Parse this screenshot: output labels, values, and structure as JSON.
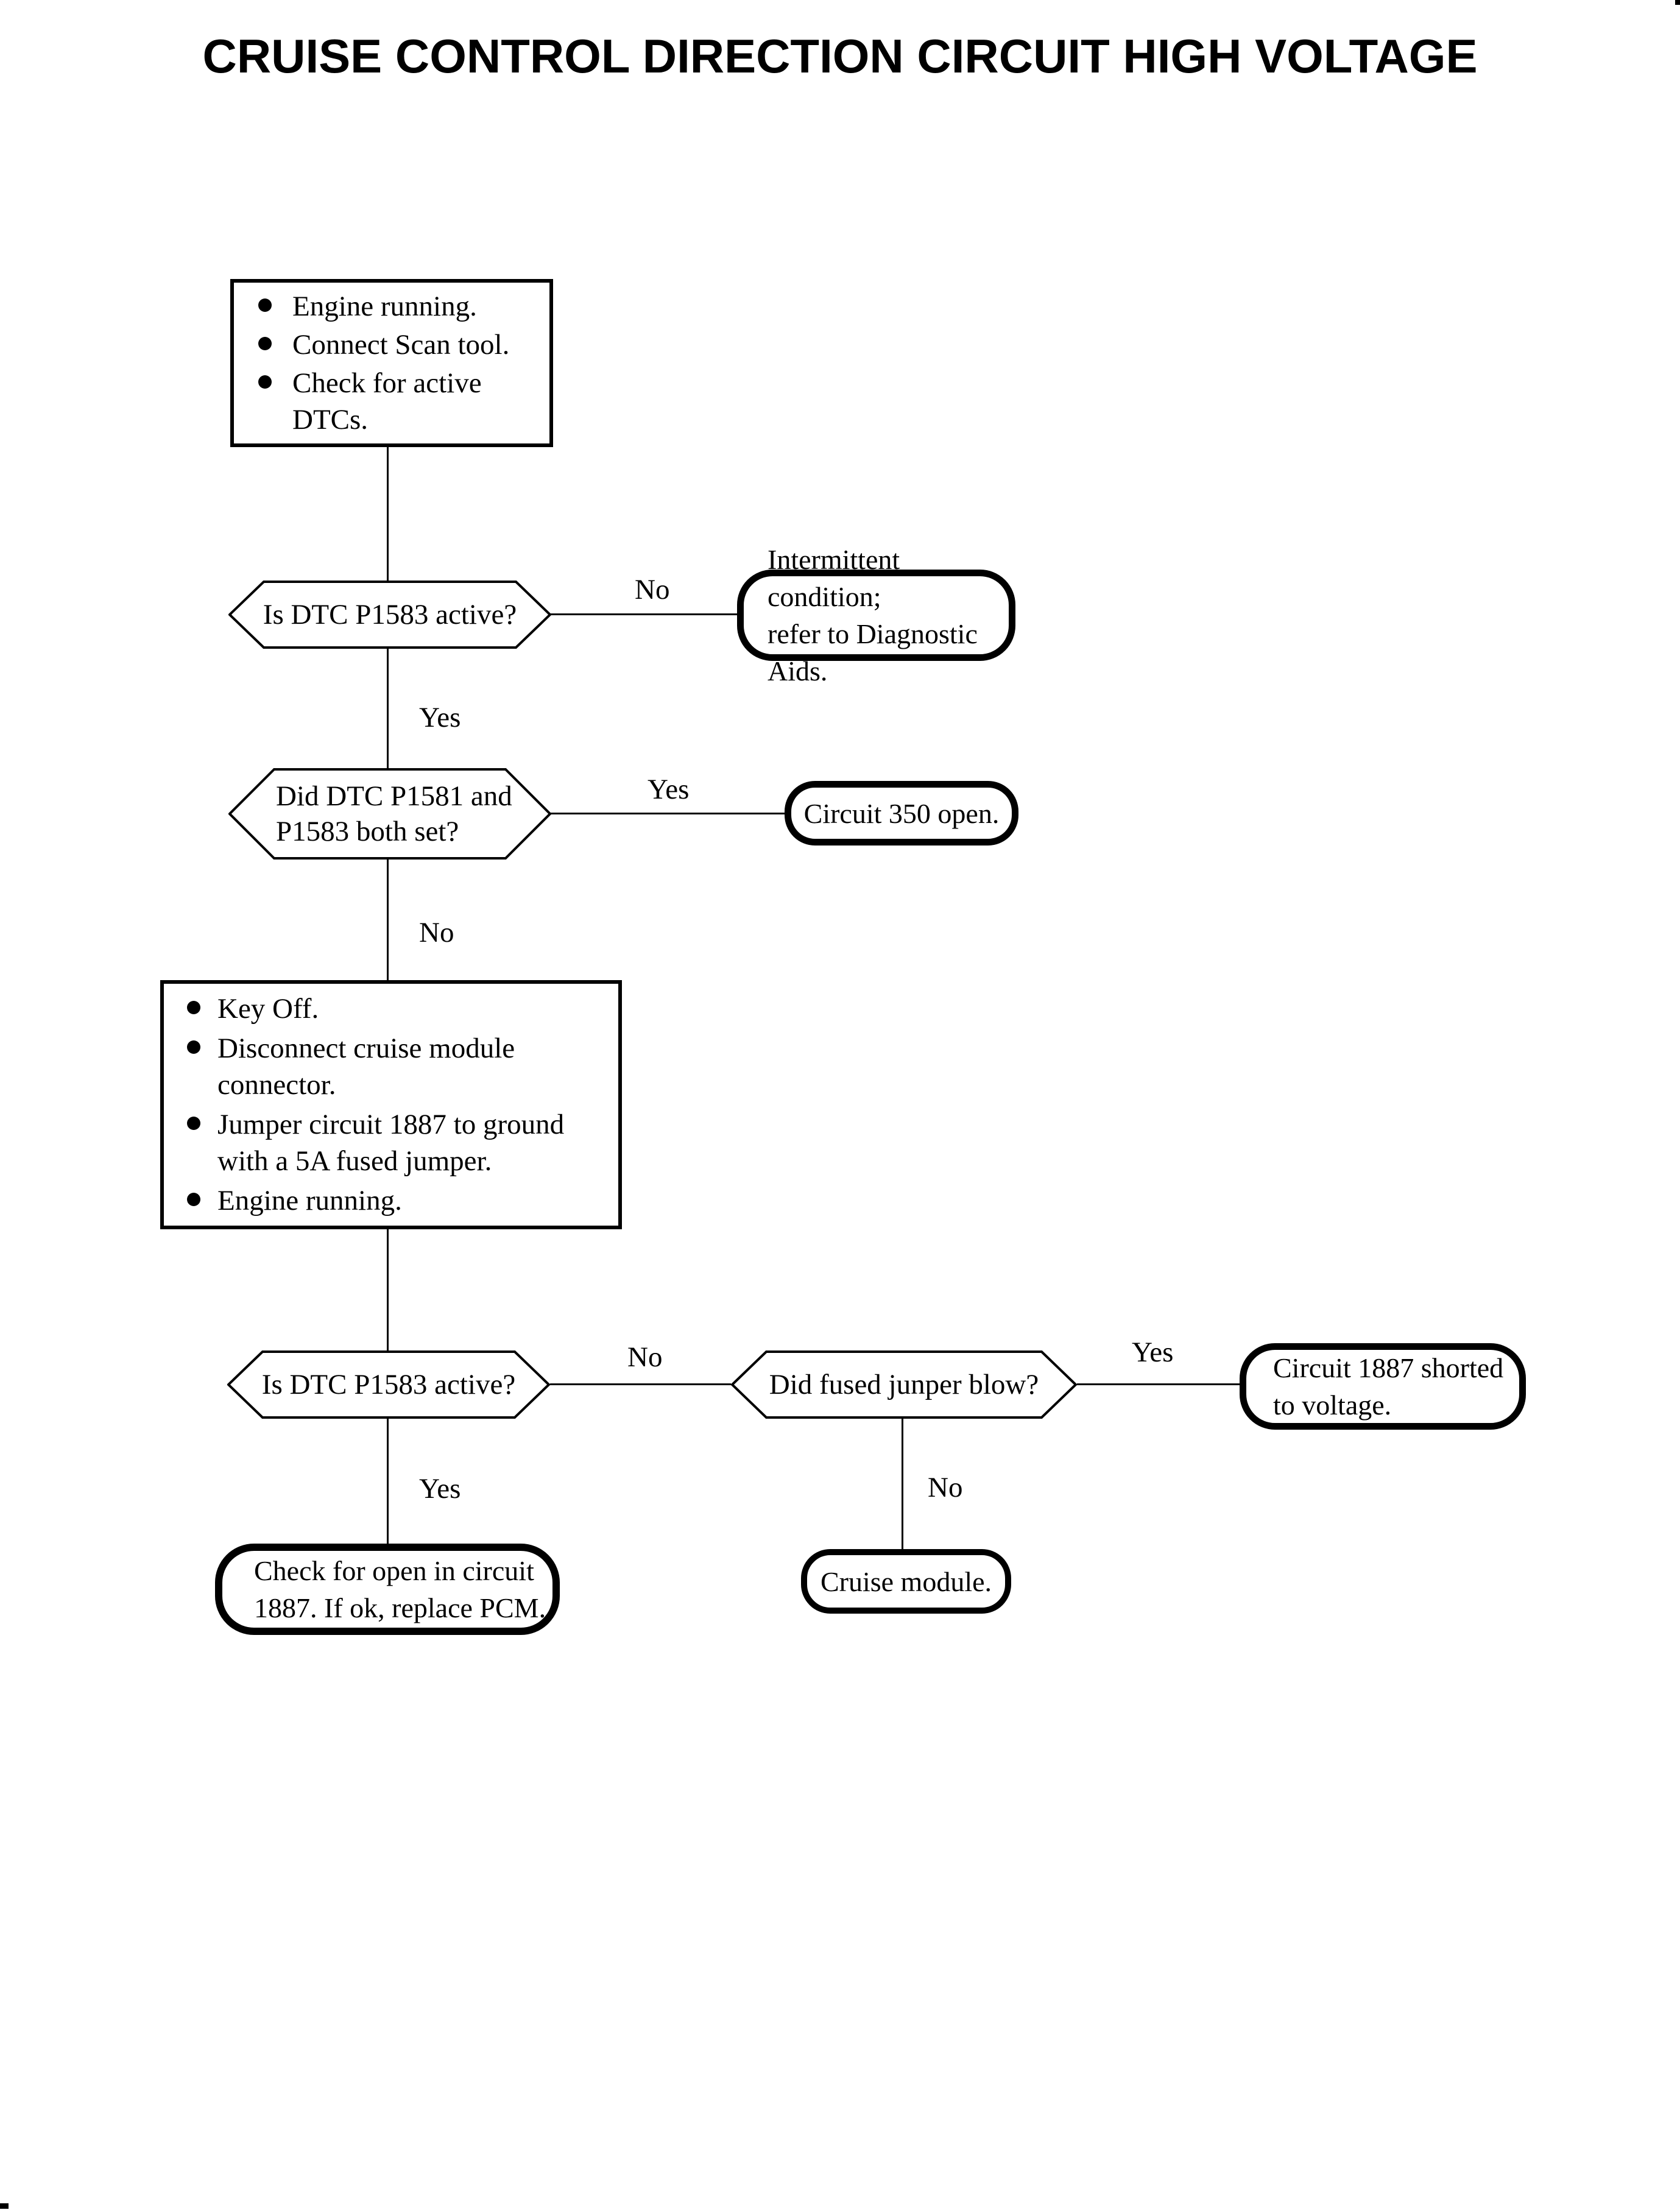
{
  "title": "CRUISE CONTROL DIRECTION CIRCUIT HIGH VOLTAGE",
  "start_box": {
    "bullets": [
      "Engine running.",
      "Connect Scan tool.",
      "Check for active DTCs."
    ]
  },
  "q1": {
    "text": "Is DTC P1583 active?"
  },
  "r_intermittent": {
    "lines": [
      "Intermittent condition;",
      "refer to Diagnostic Aids."
    ]
  },
  "q2": {
    "lines": [
      "Did DTC P1581 and",
      "P1583 both set?"
    ]
  },
  "r_circuit350": {
    "text": "Circuit 350 open."
  },
  "action_box": {
    "bullets": [
      "Key Off.",
      "Disconnect cruise module connector.",
      "Jumper circuit 1887 to ground with a 5A fused jumper.",
      "Engine running."
    ]
  },
  "q3": {
    "text": "Is DTC P1583 active?"
  },
  "q4": {
    "text": "Did fused junper blow?"
  },
  "r_circuit1887": {
    "lines": [
      "Circuit 1887 shorted",
      "to voltage."
    ]
  },
  "r_checkopen": {
    "lines": [
      "Check for open in circuit",
      "1887. If ok, replace PCM."
    ]
  },
  "r_cruise": {
    "text": "Cruise module."
  },
  "edges": {
    "q1_no": "No",
    "q1_yes": "Yes",
    "q2_yes": "Yes",
    "q2_no": "No",
    "q3_no": "No",
    "q3_yes": "Yes",
    "q4_yes": "Yes",
    "q4_no": "No"
  },
  "colors": {
    "ink": "#000000",
    "paper": "#ffffff"
  }
}
